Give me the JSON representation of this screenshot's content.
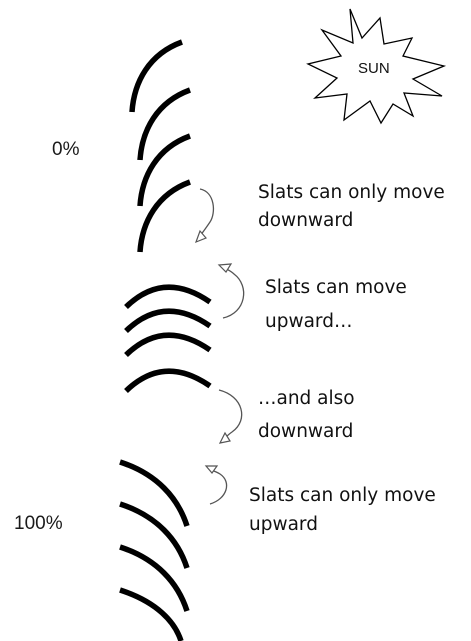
{
  "sun": {
    "label": "SUN"
  },
  "positions": {
    "closed_top": "0%",
    "closed_bottom": "100%"
  },
  "notes": {
    "top_line1": "Slats can only move",
    "top_line2": "downward",
    "middle_up_line1": "Slats can move",
    "middle_up_line2": "upward…",
    "middle_down_line1": "…and also",
    "middle_down_line2": "downward",
    "bottom_line1": "Slats can only move",
    "bottom_line2": "upward"
  },
  "colors": {
    "slat": "#000000",
    "arrow": "#555555",
    "text": "#111111"
  }
}
